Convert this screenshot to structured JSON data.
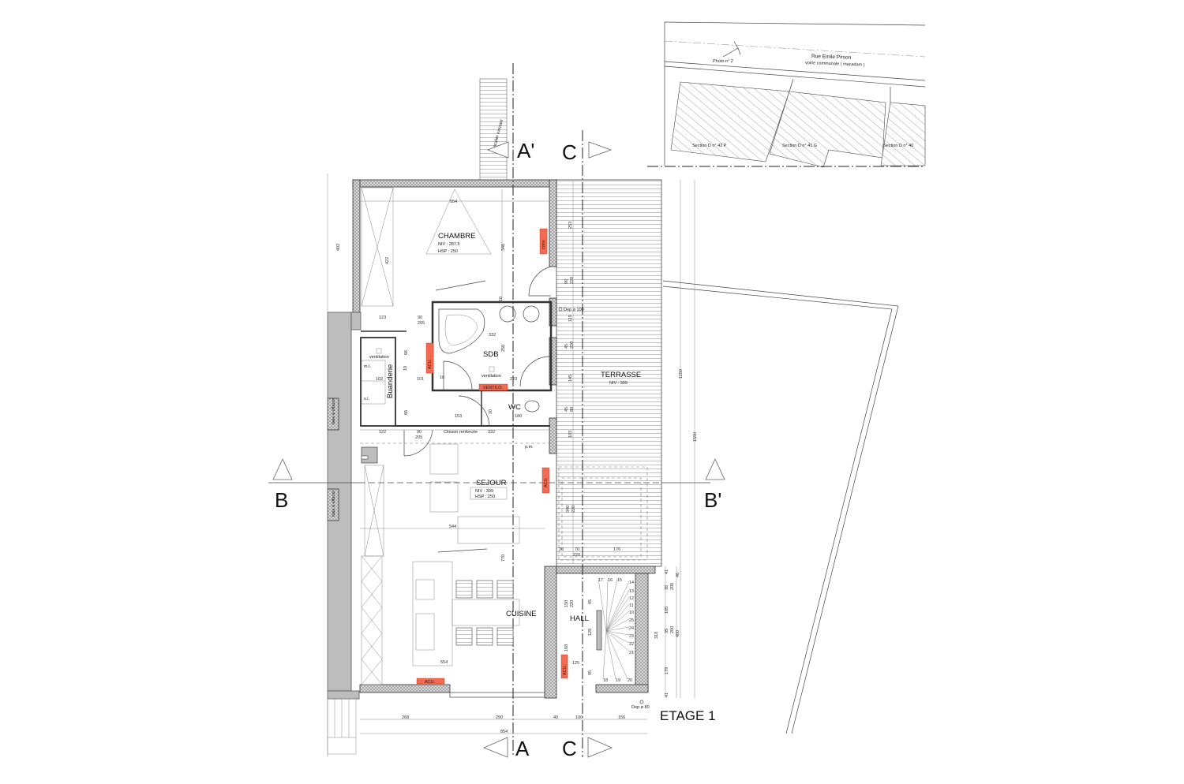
{
  "drawing": {
    "title": "ETAGE 1",
    "colors": {
      "wall_hatch": "#9a9a9a",
      "equipment_red": "#f26a4f",
      "mitoyen_wall": "#bdbdbd",
      "line": "#444444"
    },
    "site_plan": {
      "street": "Rue Emile Pirson",
      "street_note": "voirie communale ( macadam )",
      "photo": "Photo n° 2",
      "parcels": [
        "Section D n° 42 P",
        "Section D n° 41 G",
        "Section D n° 40"
      ]
    },
    "sections": {
      "a": "A",
      "a_prime": "A'",
      "b": "B",
      "b_prime": "B'",
      "c_top": "C",
      "c_bottom": "C"
    },
    "existing_stair": "escalier existant",
    "rooms": {
      "chambre": {
        "name": "CHAMBRE",
        "niv": "NIV : 287.5",
        "hsp": "HSP : 250"
      },
      "sdb": {
        "name": "SDB"
      },
      "wc": {
        "name": "WC"
      },
      "buanderie": {
        "name": "Buanderie",
        "ml": "m.l.",
        "sl": "s.l."
      },
      "sejour": {
        "name": "SEJOUR",
        "niv": "NIV : 309",
        "hsp": "HSP : 250"
      },
      "cuisine": {
        "name": "CUISINE"
      },
      "hall": {
        "name": "HALL"
      },
      "terrasse": {
        "name": "TERRASSE",
        "niv": "NIV : 309"
      }
    },
    "annotations": {
      "ventilation": "ventilation",
      "cloison": "Cloison renforcée",
      "pm": "p.m.",
      "dep100": "Dep ø 100",
      "dep80": "Dep ø 80",
      "baie": "baie à effacer"
    },
    "equipment": {
      "acu": "ACU.",
      "ventilo": "VENTILO.",
      "conv": "conv."
    },
    "dimensions": [
      "554",
      "422",
      "402",
      "340",
      "253",
      "90",
      "220",
      "119",
      "45",
      "220",
      "145",
      "45",
      "80",
      "103",
      "123",
      "90",
      "205",
      "332",
      "250",
      "223",
      "102",
      "101",
      "153",
      "180",
      "122",
      "332",
      "90",
      "205",
      "544",
      "770",
      "554",
      "30",
      "70",
      "220",
      "176",
      "340",
      "220",
      "150",
      "220",
      "95",
      "128",
      "95",
      "125",
      "168",
      "41",
      "46",
      "35",
      "200",
      "105",
      "318",
      "35",
      "200",
      "179",
      "41",
      "400",
      "1150",
      "1550",
      "268",
      "290",
      "40",
      "100",
      "156",
      "854",
      "10",
      "10",
      "66",
      "66",
      "18",
      "10"
    ],
    "stair_steps": [
      "17",
      "16",
      "15",
      "14",
      "13",
      "12",
      "11",
      "10",
      "25",
      "24",
      "23",
      "22",
      "21",
      "20",
      "19",
      "18"
    ]
  }
}
